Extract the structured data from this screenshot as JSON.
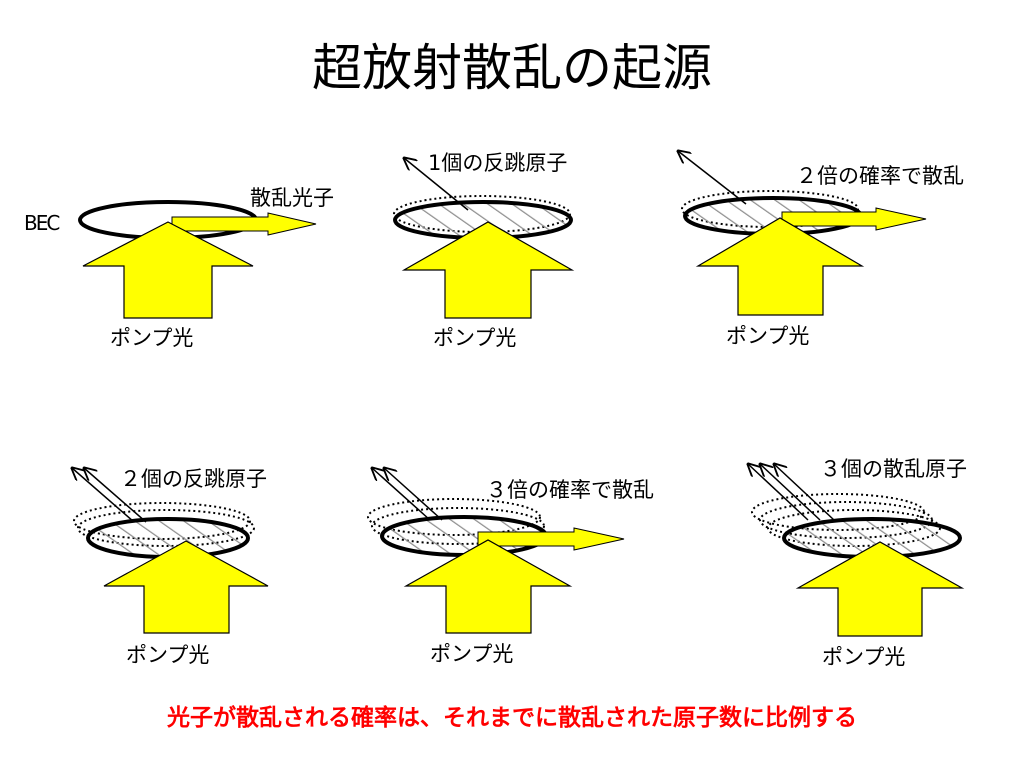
{
  "title": "超放射散乱の起源",
  "colors": {
    "arrow_fill": "#ffff00",
    "arrow_stroke": "#000000",
    "caption": "#ff0000",
    "hatch": "#909090"
  },
  "panels": [
    {
      "bec_label": "BEC",
      "scatter_label": "散乱光子",
      "pump_label": "ポンプ光"
    },
    {
      "recoil_label": "1個の反跳原子",
      "pump_label": "ポンプ光"
    },
    {
      "prob_label": "２倍の確率で散乱",
      "pump_label": "ポンプ光"
    },
    {
      "recoil_label": "２個の反跳原子",
      "pump_label": "ポンプ光"
    },
    {
      "prob_label": "３倍の確率で散乱",
      "pump_label": "ポンプ光"
    },
    {
      "recoil_label": "３個の散乱原子",
      "pump_label": "ポンプ光"
    }
  ],
  "caption": "光子が散乱される確率は、それまでに散乱された原子数に比例する"
}
